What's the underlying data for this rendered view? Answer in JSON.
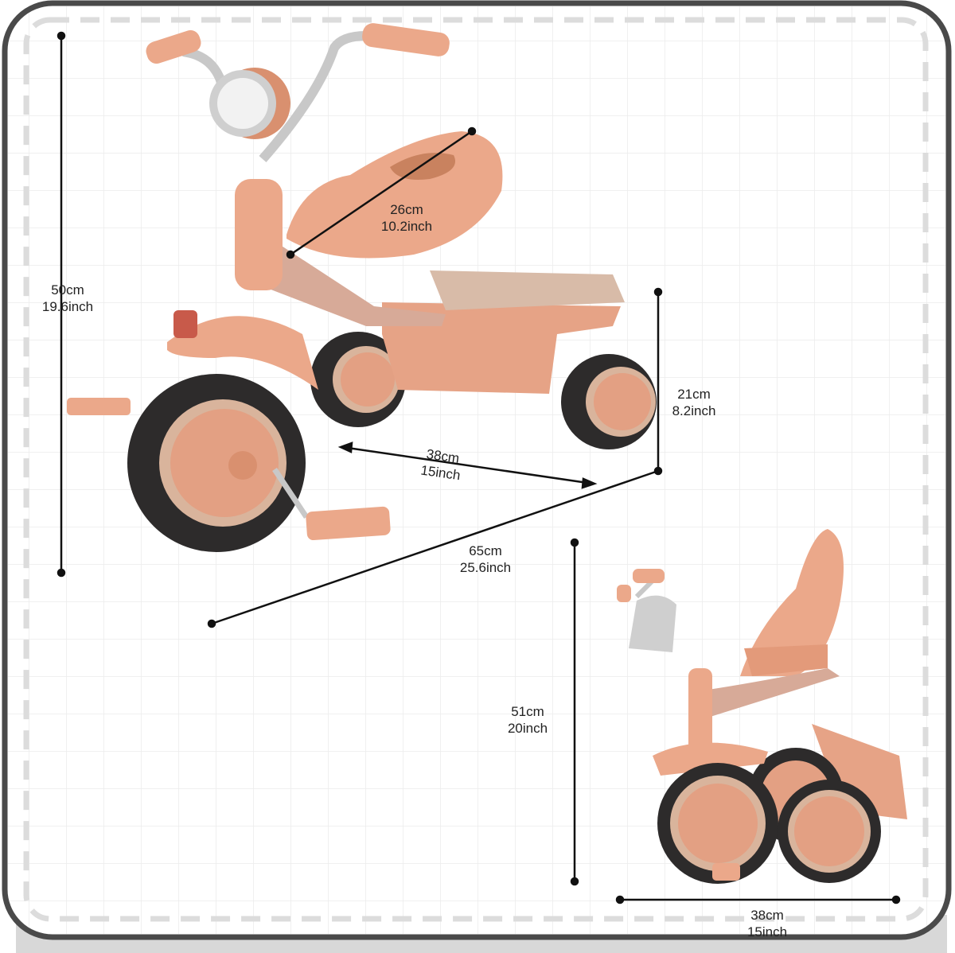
{
  "colors": {
    "body": "#eba88a",
    "body_dark": "#d9906f",
    "tan": "#d9b49c",
    "tire": "#2d2b2b",
    "frame_border": "#4a4a4a"
  },
  "dimensions": {
    "overall_height": {
      "cm": "50cm",
      "inch": "19.6inch"
    },
    "seat_length": {
      "cm": "26cm",
      "inch": "10.2inch"
    },
    "rear_height": {
      "cm": "21cm",
      "inch": "8.2inch"
    },
    "rear_width": {
      "cm": "38cm",
      "inch": "15inch"
    },
    "overall_length": {
      "cm": "65cm",
      "inch": "25.6inch"
    },
    "folded_height": {
      "cm": "51cm",
      "inch": "20inch"
    },
    "folded_width": {
      "cm": "38cm",
      "inch": "15inch"
    }
  }
}
